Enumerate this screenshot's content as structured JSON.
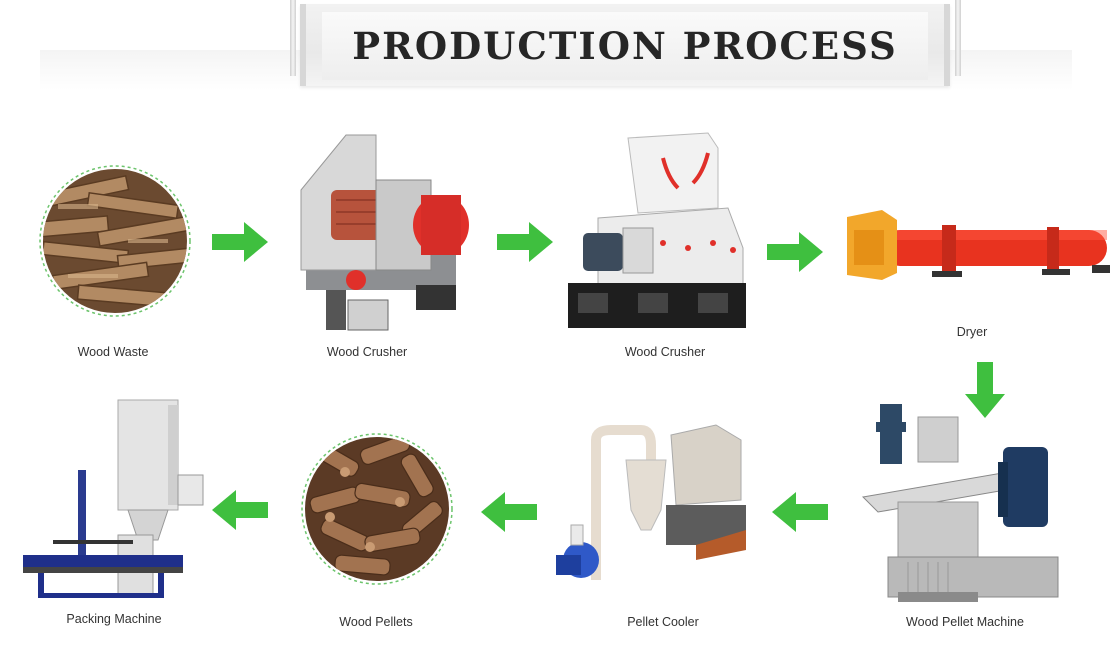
{
  "title": "PRODUCTION PROCESS",
  "steps": [
    {
      "label": "Wood Waste",
      "icon": "wood-waste-photo"
    },
    {
      "label": "Wood Crusher",
      "icon": "wood-crusher-machine"
    },
    {
      "label": "Wood Crusher",
      "icon": "hammer-mill-crusher"
    },
    {
      "label": "Dryer",
      "icon": "rotary-dryer"
    },
    {
      "label": "Wood Pellet Machine",
      "icon": "pellet-mill-machine"
    },
    {
      "label": "Pellet Cooler",
      "icon": "pellet-cooler-machine"
    },
    {
      "label": "Wood Pellets",
      "icon": "wood-pellets-photo"
    },
    {
      "label": "Packing Machine",
      "icon": "packing-machine"
    }
  ],
  "colors": {
    "arrow": "#3fbf3f",
    "accent_red": "#e0302a",
    "text": "#333333"
  }
}
